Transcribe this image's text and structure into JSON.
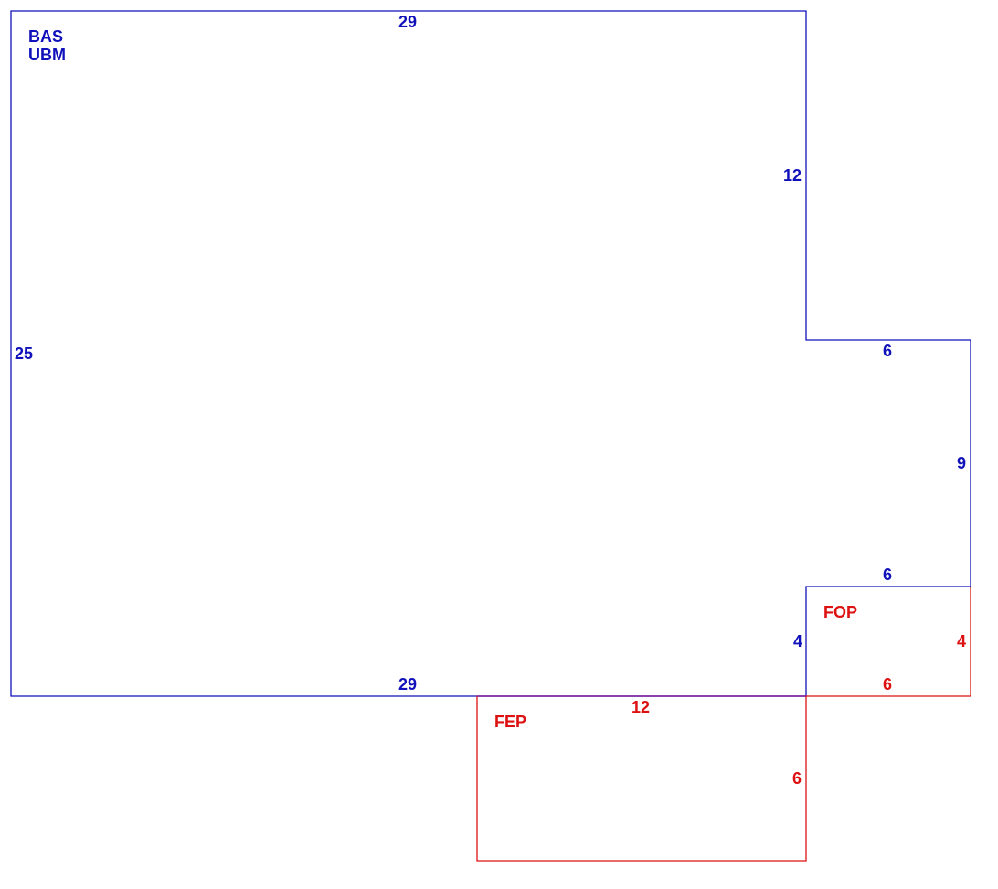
{
  "colors": {
    "main": "#1111bb",
    "addition": "#dd1111",
    "background": "#ffffff"
  },
  "areas": {
    "main_codes": [
      "BAS",
      "UBM"
    ],
    "fop": "FOP",
    "fep": "FEP"
  },
  "dimensions": {
    "main_top": "29",
    "main_right_upper": "12",
    "main_left": "25",
    "main_step_top": "6",
    "main_right_lower": "9",
    "main_step_bottom": "6",
    "main_notch": "4",
    "main_bottom": "29",
    "fop_right": "4",
    "fop_bottom": "6",
    "fep_top": "12",
    "fep_right": "6"
  }
}
